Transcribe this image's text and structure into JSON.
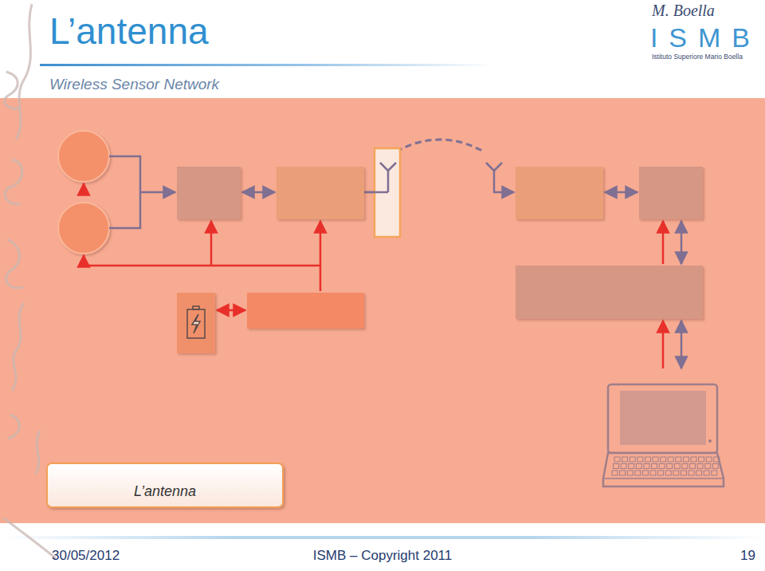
{
  "diagram": {
    "title": "L’antenna",
    "nodes": [
      {
        "text": [
          "L’antenna"
        ]
      }
    ],
    "labels": [
      "Wireless Sensor Network",
      "M. Boella",
      "ISMB",
      "Istituto Superiore Mario Boella",
      "30/05/2012",
      "ISMB – Copyright 2011",
      "19"
    ]
  }
}
